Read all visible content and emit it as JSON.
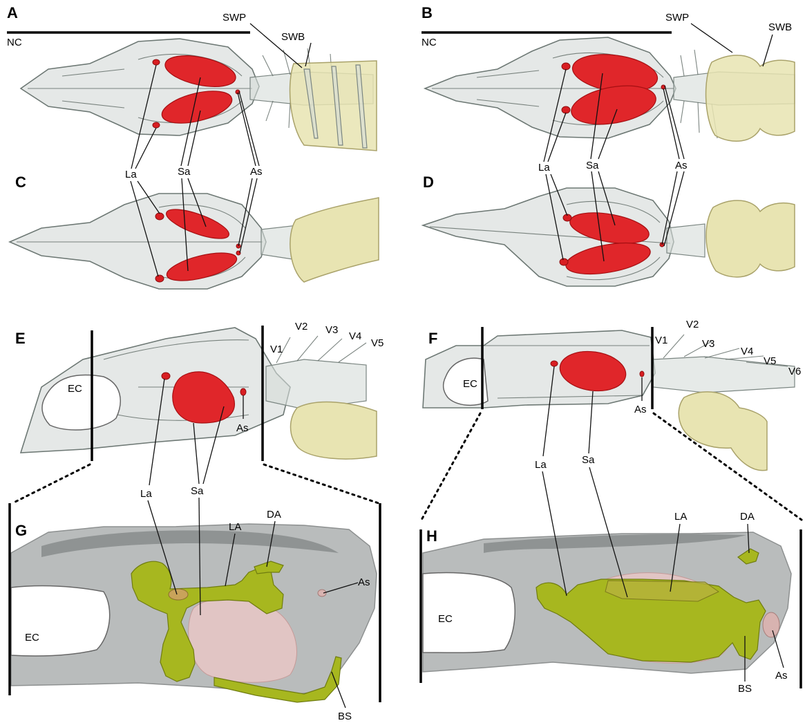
{
  "panels": {
    "A": {
      "letter": "A",
      "labels": {
        "nc": "NC",
        "swp": "SWP",
        "swb": "SWB"
      }
    },
    "B": {
      "letter": "B",
      "labels": {
        "nc": "NC",
        "swp": "SWP",
        "swb": "SWB"
      }
    },
    "C": {
      "letter": "C"
    },
    "D": {
      "letter": "D"
    },
    "E": {
      "letter": "E",
      "labels": {
        "ec": "EC",
        "as": "As",
        "v1": "V1",
        "v2": "V2",
        "v3": "V3",
        "v4": "V4",
        "v5": "V5"
      }
    },
    "F": {
      "letter": "F",
      "labels": {
        "ec": "EC",
        "as": "As",
        "v1": "V1",
        "v2": "V2",
        "v3": "V3",
        "v4": "V4",
        "v5": "V5",
        "v6": "V6"
      }
    },
    "G": {
      "letter": "G",
      "labels": {
        "ec": "EC",
        "la": "La",
        "sa": "Sa",
        "la_upper": "LA",
        "da": "DA",
        "as": "As",
        "bs": "BS"
      }
    },
    "H": {
      "letter": "H",
      "labels": {
        "ec": "EC",
        "la": "La",
        "sa": "Sa",
        "la_upper": "LA",
        "da": "DA",
        "as": "As",
        "bs": "BS"
      }
    }
  },
  "shared_labels": {
    "left": {
      "la": "La",
      "sa": "Sa",
      "as": "As"
    },
    "right": {
      "la": "La",
      "sa": "Sa",
      "as": "As"
    }
  },
  "colors": {
    "otolith": "#e0262a",
    "swim_bladder": "#e8e4b2",
    "skull": "#cfd6d3",
    "labyrinth": "#a7b71f",
    "sacculus": "#e7c7c6"
  }
}
